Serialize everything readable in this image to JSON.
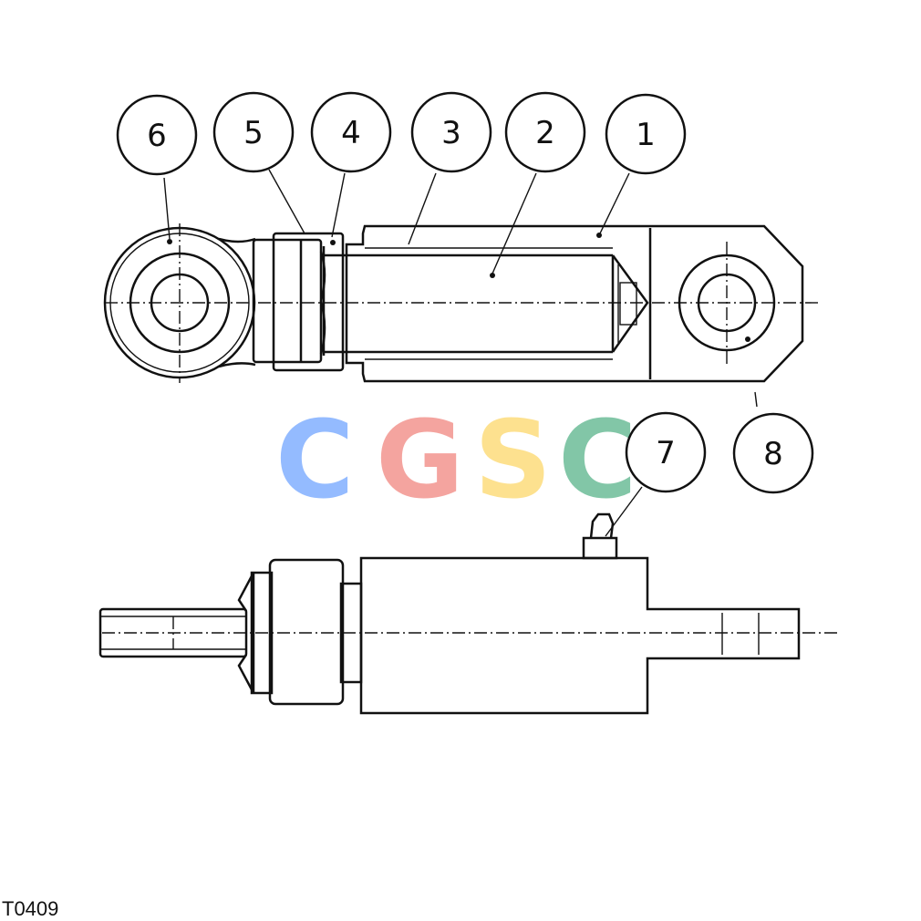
{
  "drawing_id": "T0409",
  "watermark": {
    "letters": [
      "C",
      "G",
      "S",
      "C"
    ],
    "colors": [
      "#8fb8ff",
      "#f4a09a",
      "#fde08a",
      "#7cc4a3"
    ]
  },
  "callouts": [
    "1",
    "2",
    "3",
    "4",
    "5",
    "6",
    "7",
    "8"
  ]
}
